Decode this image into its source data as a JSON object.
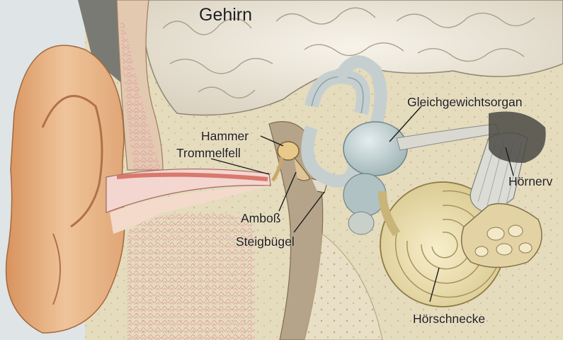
{
  "labels": {
    "gehirn": "Gehirn",
    "hammer": "Hammer",
    "trommelfell": "Trommelfell",
    "amboss": "Amboß",
    "steigbuegel": "Steigbügel",
    "gleichgewichtsorgan": "Gleichgewichtsorgan",
    "hoernerv": "Hörnerv",
    "hoerschnecke": "Hörschnecke"
  },
  "colors": {
    "brain": "#ece6d8",
    "bone": "#e2d7b7",
    "skin": "#e8b58a",
    "tissue": "#f1c7c6",
    "canal": "#e49a8a",
    "cochlea": "#e9ddb0",
    "vestibular": "#b9cccc",
    "nerve": "#d7d7d2"
  }
}
